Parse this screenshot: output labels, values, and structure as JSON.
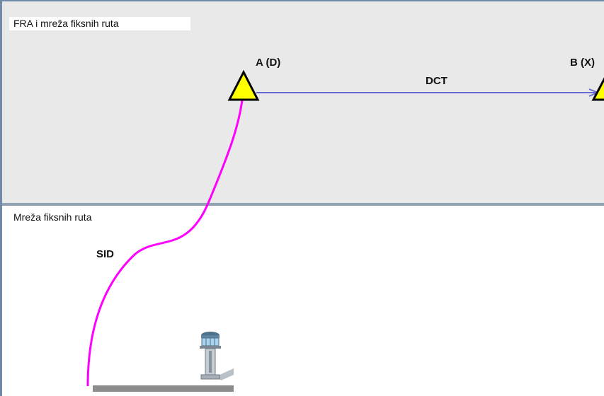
{
  "zones": {
    "upper_label": "FRA i mreža fiksnih ruta",
    "lower_label": "Mreža fiksnih ruta"
  },
  "waypoints": {
    "a_label": "A (D)",
    "b_label": "B (X)"
  },
  "routes": {
    "direct_label": "DCT",
    "departure_label": "SID"
  },
  "colors": {
    "upper_zone": "#e9e9e9",
    "divider": "#8fa3b5",
    "waypoint_fill": "#ffff00",
    "direct_route": "#6a6ad2",
    "sid_route": "#ff00ff",
    "runway": "#8c8c8c"
  },
  "icons": {
    "waypoint": "triangle-waypoint-icon",
    "airport": "control-tower-icon"
  }
}
